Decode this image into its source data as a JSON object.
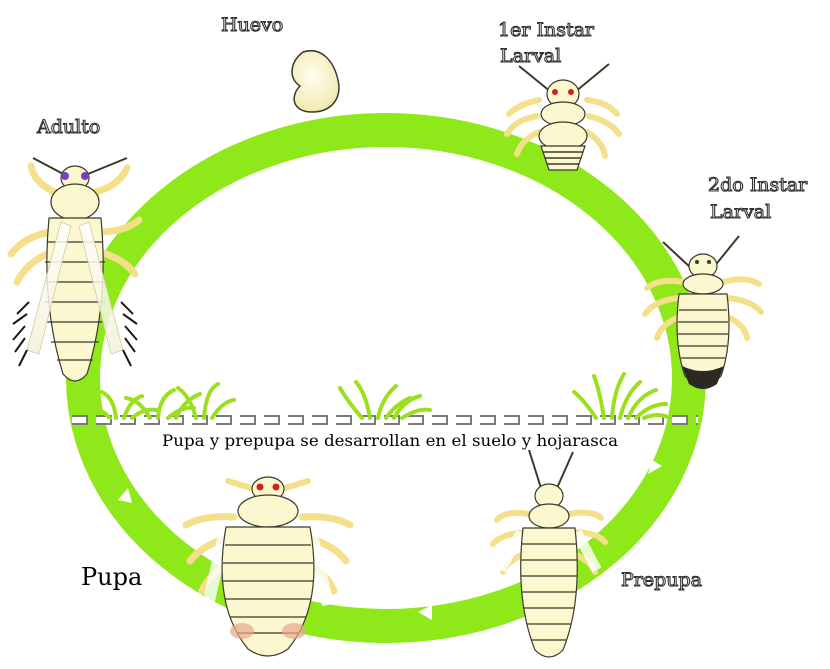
{
  "diagram": {
    "stages": {
      "egg": "Huevo",
      "larva1": [
        "1er Instar",
        "Larval"
      ],
      "larva2": [
        "2do Instar",
        "Larval"
      ],
      "prepupa": "Prepupa",
      "pupa": "Pupa",
      "adult": "Adulto"
    },
    "soil_caption": "Pupa y prepupa se desarrollan en el suelo y hojarasca",
    "colors": {
      "cycle_ring": "#8fe81a",
      "arrow": "#ffffff",
      "insect_body": "#fbf7cf",
      "insect_leg": "#f4e08a",
      "insect_outline": "#3a3a2a",
      "grass": "#9be01f",
      "eye_red": "#d81e1e",
      "eye_purple": "#7a3fbf",
      "wing_fringe": "#1a1a1a"
    }
  }
}
